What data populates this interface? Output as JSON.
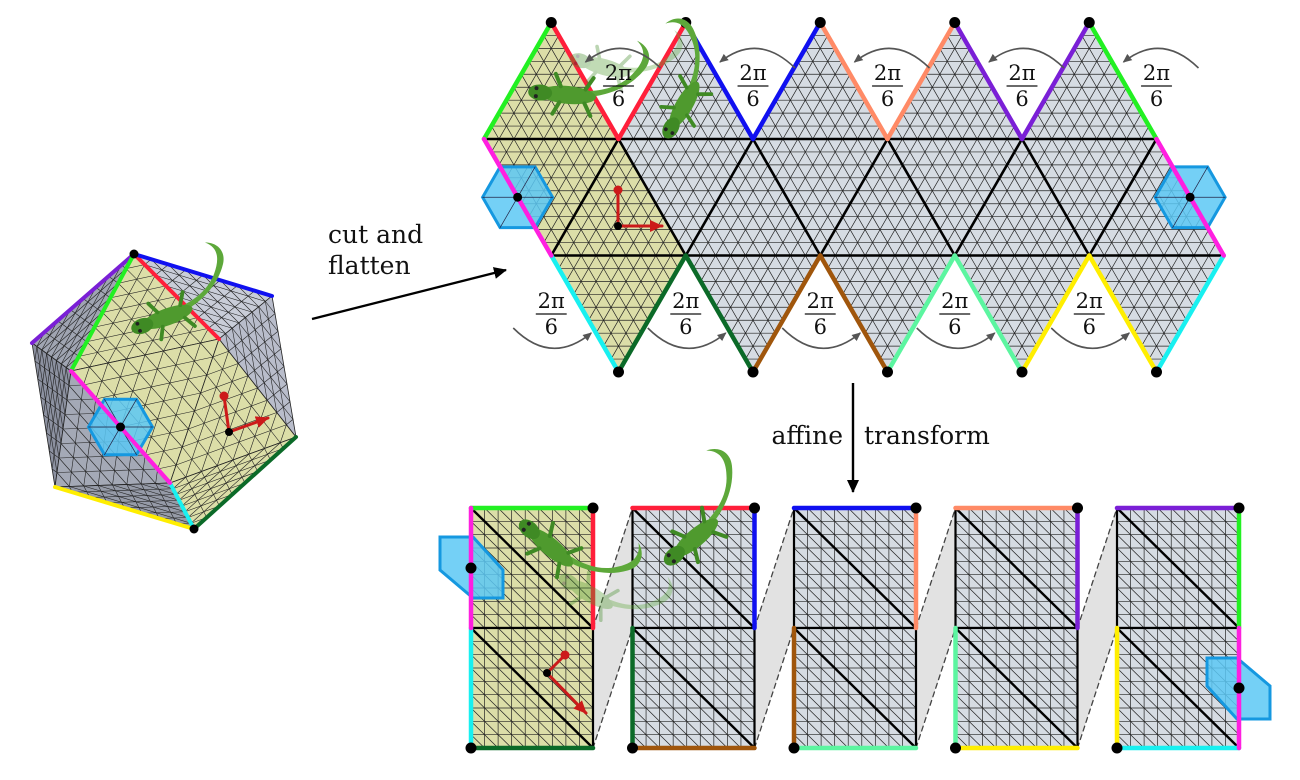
{
  "labels": {
    "cut_flatten_line1": "cut and",
    "cut_flatten_line2": "flatten",
    "affine": "affine",
    "transform": "transform"
  },
  "angle_labels": {
    "top": [
      {
        "num": "2π",
        "den": "6"
      },
      {
        "num": "2π",
        "den": "6"
      },
      {
        "num": "2π",
        "den": "6"
      },
      {
        "num": "2π",
        "den": "6"
      },
      {
        "num": "2π",
        "den": "6"
      }
    ],
    "bottom": [
      {
        "num": "2π",
        "den": "6"
      },
      {
        "num": "2π",
        "den": "6"
      },
      {
        "num": "2π",
        "den": "6"
      },
      {
        "num": "2π",
        "den": "6"
      },
      {
        "num": "2π",
        "den": "6"
      }
    ]
  },
  "colors": {
    "fill_highlight": "#dcdea8",
    "fill_default": "#d6dce3",
    "hexagon_fill": "#5cc8f5",
    "hexagon_stroke": "#1598e0",
    "frame_arrow": "#cc1a1a",
    "lizard": "#4f9a2e",
    "edge_top_left": [
      "#22f022",
      "#ff1f3a",
      "#1010f0",
      "#ff8a66",
      "#7a1fd6"
    ],
    "edge_top_right": [
      "#ff1f3a",
      "#1010f0",
      "#ff8a66",
      "#7a1fd6",
      "#22f022"
    ],
    "edge_bottom_left": [
      "#18f0f0",
      "#0b6a28",
      "#a0560c",
      "#5cf5a0",
      "#ffee00"
    ],
    "edge_bottom_right": [
      "#0b6a28",
      "#a0560c",
      "#5cf5a0",
      "#ffee00",
      "#18f0f0"
    ],
    "edge_seam": "#ff1fe0"
  }
}
